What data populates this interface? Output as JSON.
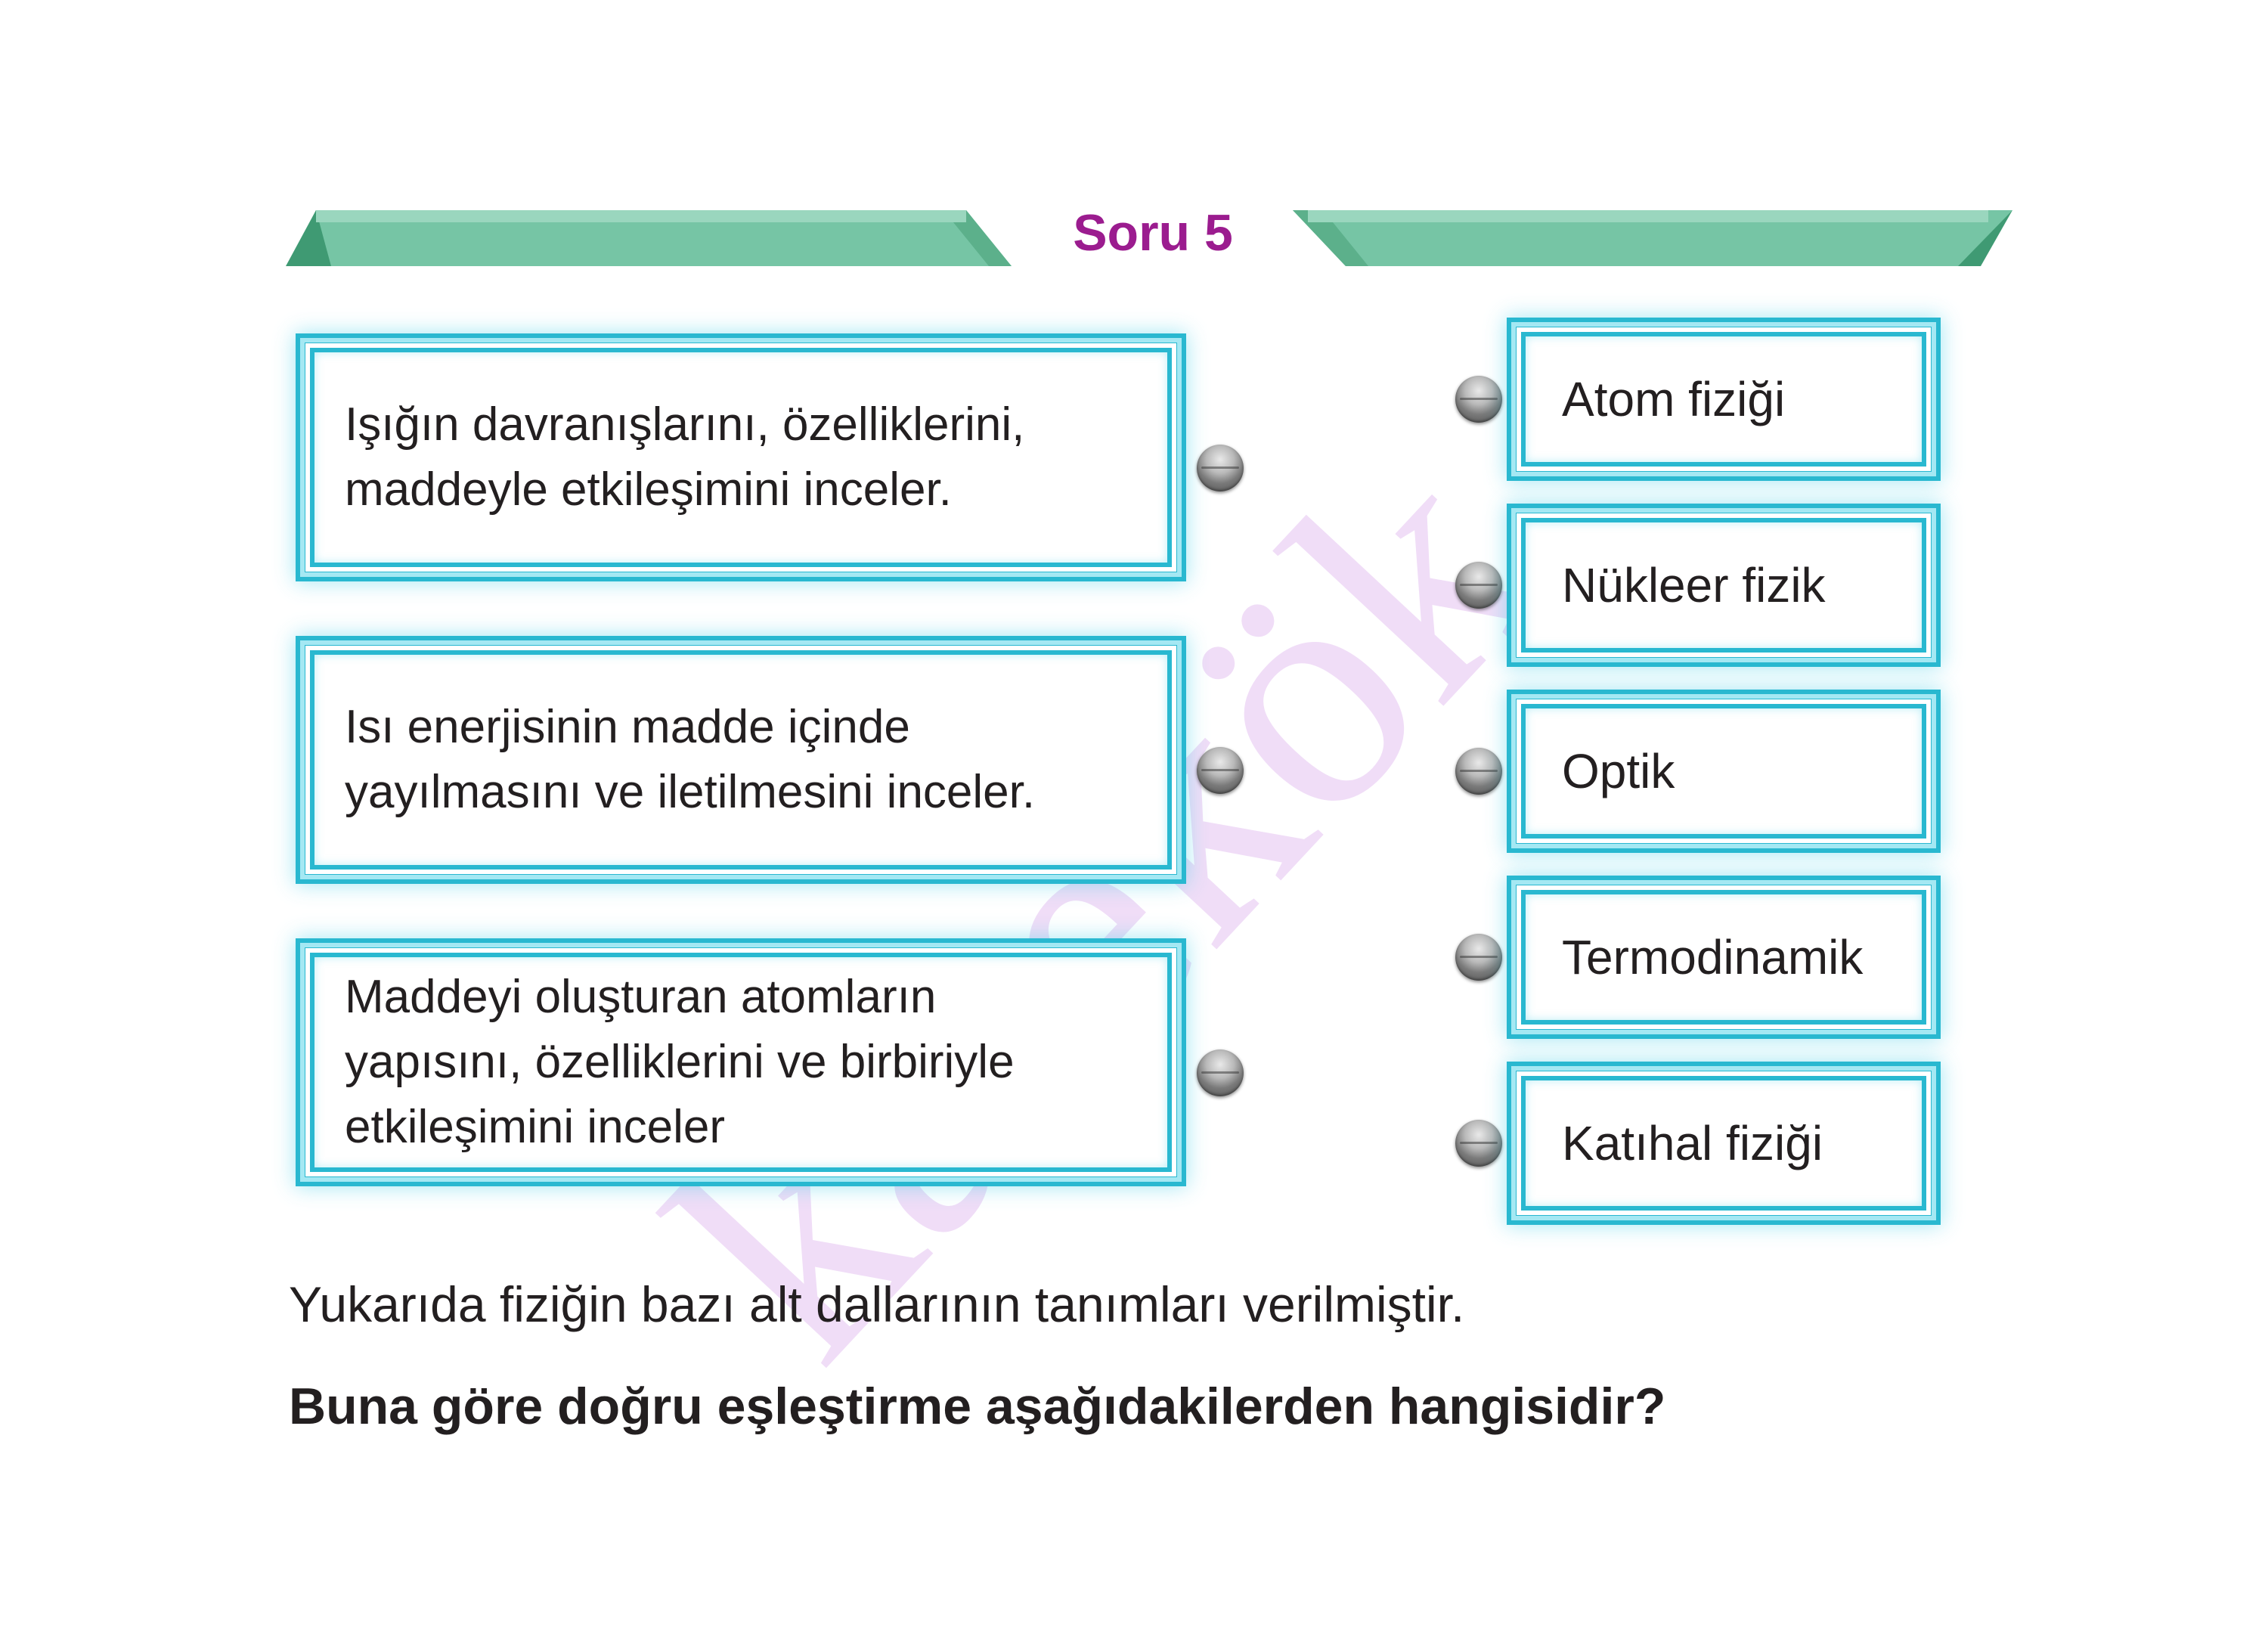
{
  "header": {
    "title": "Soru 5",
    "ribbon_color": "#76c5a5",
    "title_color": "#9b1c8f"
  },
  "definitions": [
    {
      "text": "Işığın davranışlarını, özelliklerini,\nmaddeyle etkileşimini inceler."
    },
    {
      "text": "Isı enerjisinin madde içinde\nyayılmasını ve iletilmesini inceler."
    },
    {
      "text": "Maddeyi oluşturan atomların\nyapısını, özelliklerini ve birbiriyle\netkileşimini inceler"
    }
  ],
  "terms": [
    {
      "label": "Atom fiziği"
    },
    {
      "label": "Nükleer fizik"
    },
    {
      "label": "Optik"
    },
    {
      "label": "Termodinamik"
    },
    {
      "label": "Katıhal fiziği"
    }
  ],
  "watermark": "karekök",
  "instruction": "Yukarıda fiziğin bazı alt dallarının tanımları verilmiştir.",
  "question": "Buna göre doğru eşleştirme aşağıdakilerden hangisidir?",
  "colors": {
    "box_border": "#29b8d0",
    "box_glow": "#a4e8f3",
    "dot": "#8a8a8a"
  }
}
